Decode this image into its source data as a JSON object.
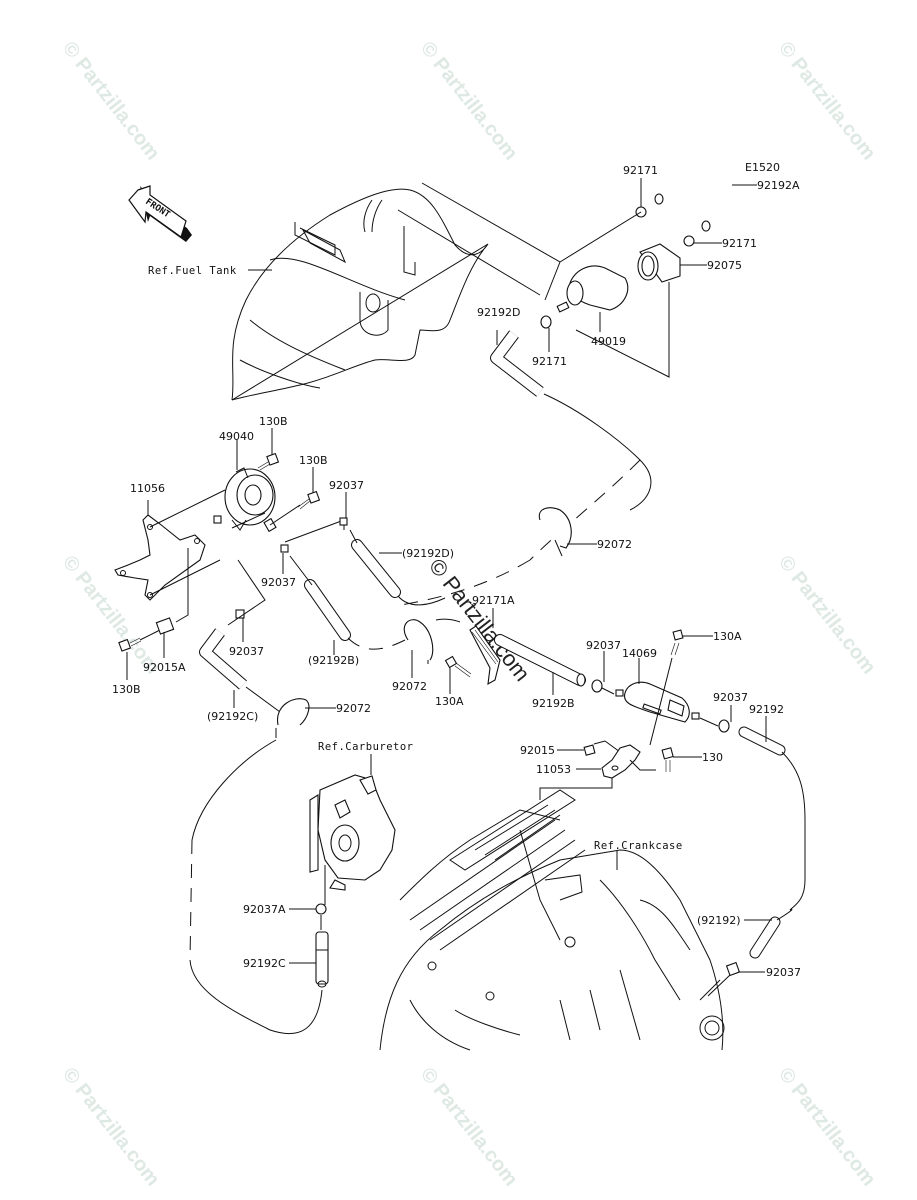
{
  "diagram": {
    "code": "E1520",
    "front_indicator": "FRONT",
    "watermark": "© Partzilla.com",
    "center_watermark": "© Partzilla.com",
    "references": {
      "fuel_tank": "Ref.Fuel Tank",
      "carburetor": "Ref.Carburetor",
      "crankcase": "Ref.Crankcase"
    },
    "callouts": [
      {
        "id": "c1",
        "text": "92171"
      },
      {
        "id": "c2",
        "text": "92192A"
      },
      {
        "id": "c3",
        "text": "92171"
      },
      {
        "id": "c4",
        "text": "92075"
      },
      {
        "id": "c5",
        "text": "92192D"
      },
      {
        "id": "c6",
        "text": "92171"
      },
      {
        "id": "c7",
        "text": "49019"
      },
      {
        "id": "c8",
        "text": "130B"
      },
      {
        "id": "c9",
        "text": "49040"
      },
      {
        "id": "c10",
        "text": "130B"
      },
      {
        "id": "c11",
        "text": "11056"
      },
      {
        "id": "c12",
        "text": "92037"
      },
      {
        "id": "c13",
        "text": "(92192D)"
      },
      {
        "id": "c14",
        "text": "92072"
      },
      {
        "id": "c15",
        "text": "92037"
      },
      {
        "id": "c16",
        "text": "92171A"
      },
      {
        "id": "c17",
        "text": "130B"
      },
      {
        "id": "c18",
        "text": "92015A"
      },
      {
        "id": "c19",
        "text": "92037"
      },
      {
        "id": "c20",
        "text": "(92192B)"
      },
      {
        "id": "c21",
        "text": "92072"
      },
      {
        "id": "c22",
        "text": "130A"
      },
      {
        "id": "c23",
        "text": "92192B"
      },
      {
        "id": "c24",
        "text": "92037"
      },
      {
        "id": "c25",
        "text": "14069"
      },
      {
        "id": "c26",
        "text": "130A"
      },
      {
        "id": "c27",
        "text": "92037"
      },
      {
        "id": "c28",
        "text": "92192"
      },
      {
        "id": "c29",
        "text": "(92192C)"
      },
      {
        "id": "c30",
        "text": "92072"
      },
      {
        "id": "c31",
        "text": "92015"
      },
      {
        "id": "c32",
        "text": "130"
      },
      {
        "id": "c33",
        "text": "11053"
      },
      {
        "id": "c34",
        "text": "92037A"
      },
      {
        "id": "c35",
        "text": "92192C"
      },
      {
        "id": "c36",
        "text": "(92192)"
      },
      {
        "id": "c37",
        "text": "92037"
      }
    ]
  }
}
